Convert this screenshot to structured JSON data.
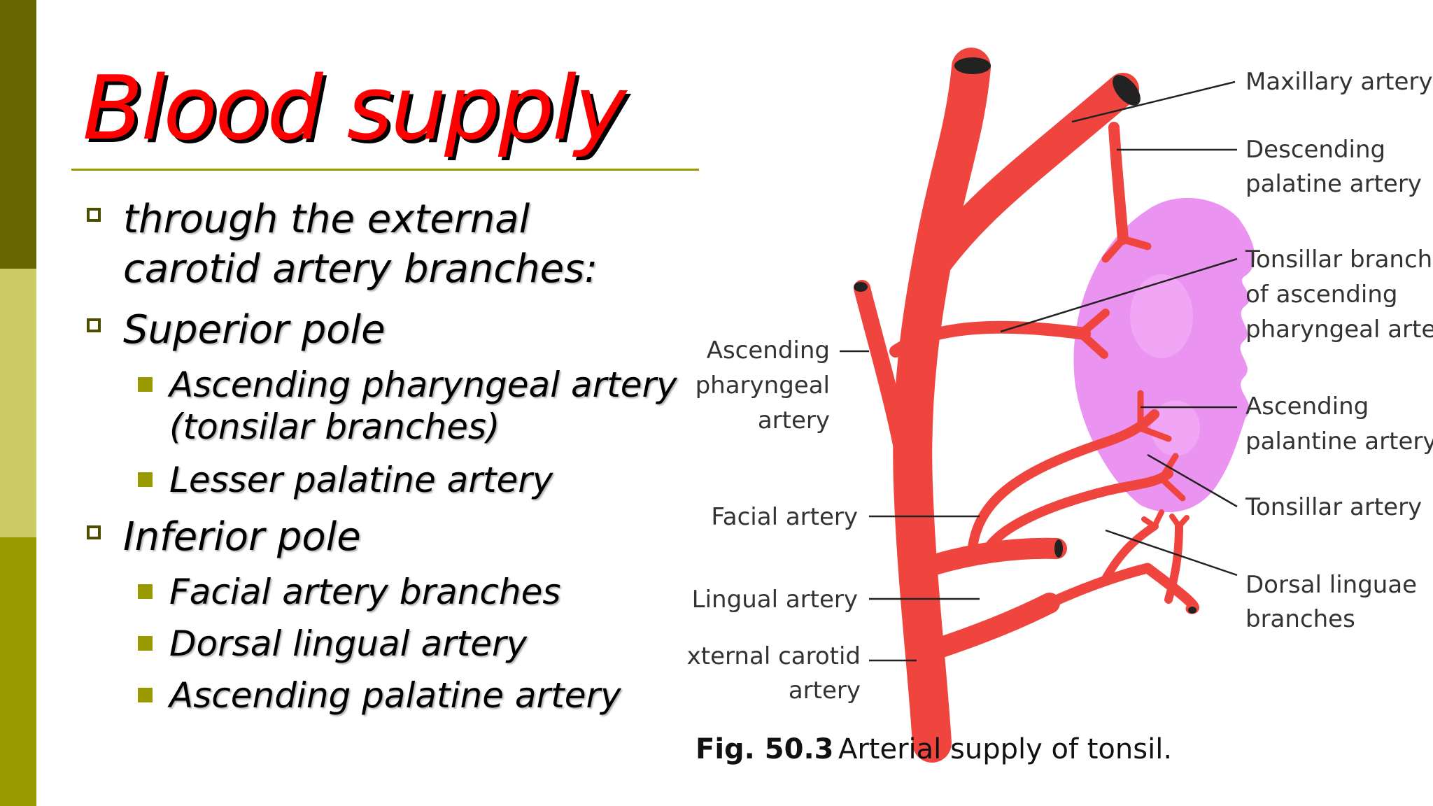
{
  "slide": {
    "title": "Blood supply",
    "bullets": [
      {
        "lines": [
          "through the external",
          "carotid artery branches:"
        ]
      },
      {
        "lines": [
          "Superior pole"
        ],
        "sub": [
          {
            "lines": [
              "Ascending pharyngeal artery",
              "(tonsilar branches)"
            ]
          },
          {
            "lines": [
              "Lesser palatine artery"
            ]
          }
        ]
      },
      {
        "lines": [
          "Inferior pole"
        ],
        "sub": [
          {
            "lines": [
              "Facial artery branches"
            ]
          },
          {
            "lines": [
              "Dorsal lingual artery"
            ]
          },
          {
            "lines": [
              "Ascending palatine artery"
            ]
          }
        ]
      }
    ]
  },
  "figure": {
    "caption_number": "Fig. 50.3",
    "caption_text": "Arterial supply of tonsil.",
    "labels": {
      "maxillary": [
        "Maxillary artery"
      ],
      "descending_palatine": [
        "Descending",
        "palatine artery"
      ],
      "tonsillar_branches": [
        "Tonsillar branches",
        "of ascending",
        "pharyngeal artery"
      ],
      "ascending_palantine": [
        "Ascending",
        "palantine artery"
      ],
      "tonsillar_artery": [
        "Tonsillar artery"
      ],
      "dorsal_linguae": [
        "Dorsal linguae",
        "branches"
      ],
      "ascending_pharyngeal": [
        "Ascending",
        "pharyngeal",
        "artery"
      ],
      "facial": [
        "Facial artery"
      ],
      "lingual": [
        "Lingual artery"
      ],
      "external_carotid": [
        "External carotid",
        "artery"
      ]
    }
  },
  "colors": {
    "title": "#ff0000",
    "artery": "#f0453f",
    "tonsil": "#e98af0",
    "sidebar_dark": "#666600",
    "sidebar_light": "#cccc66",
    "sidebar_mid": "#999900"
  }
}
